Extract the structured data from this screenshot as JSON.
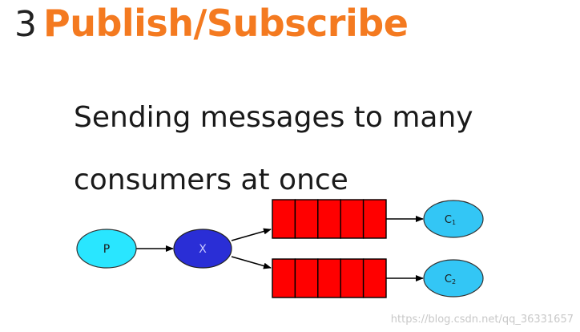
{
  "heading": {
    "number": "3",
    "title": "Publish/Subscribe"
  },
  "subtitle": {
    "line1": "Sending messages to many",
    "line2": "consumers at once"
  },
  "diagram": {
    "producer_label": "P",
    "exchange_label": "X",
    "consumers": [
      {
        "letter": "C",
        "index": "1"
      },
      {
        "letter": "C",
        "index": "2"
      }
    ],
    "colors": {
      "producer": "#29e6ff",
      "exchange": "#2a2ed6",
      "queue": "#ff0000",
      "consumer": "#33c6f5"
    }
  },
  "watermark": "https://blog.csdn.net/qq_36331657"
}
